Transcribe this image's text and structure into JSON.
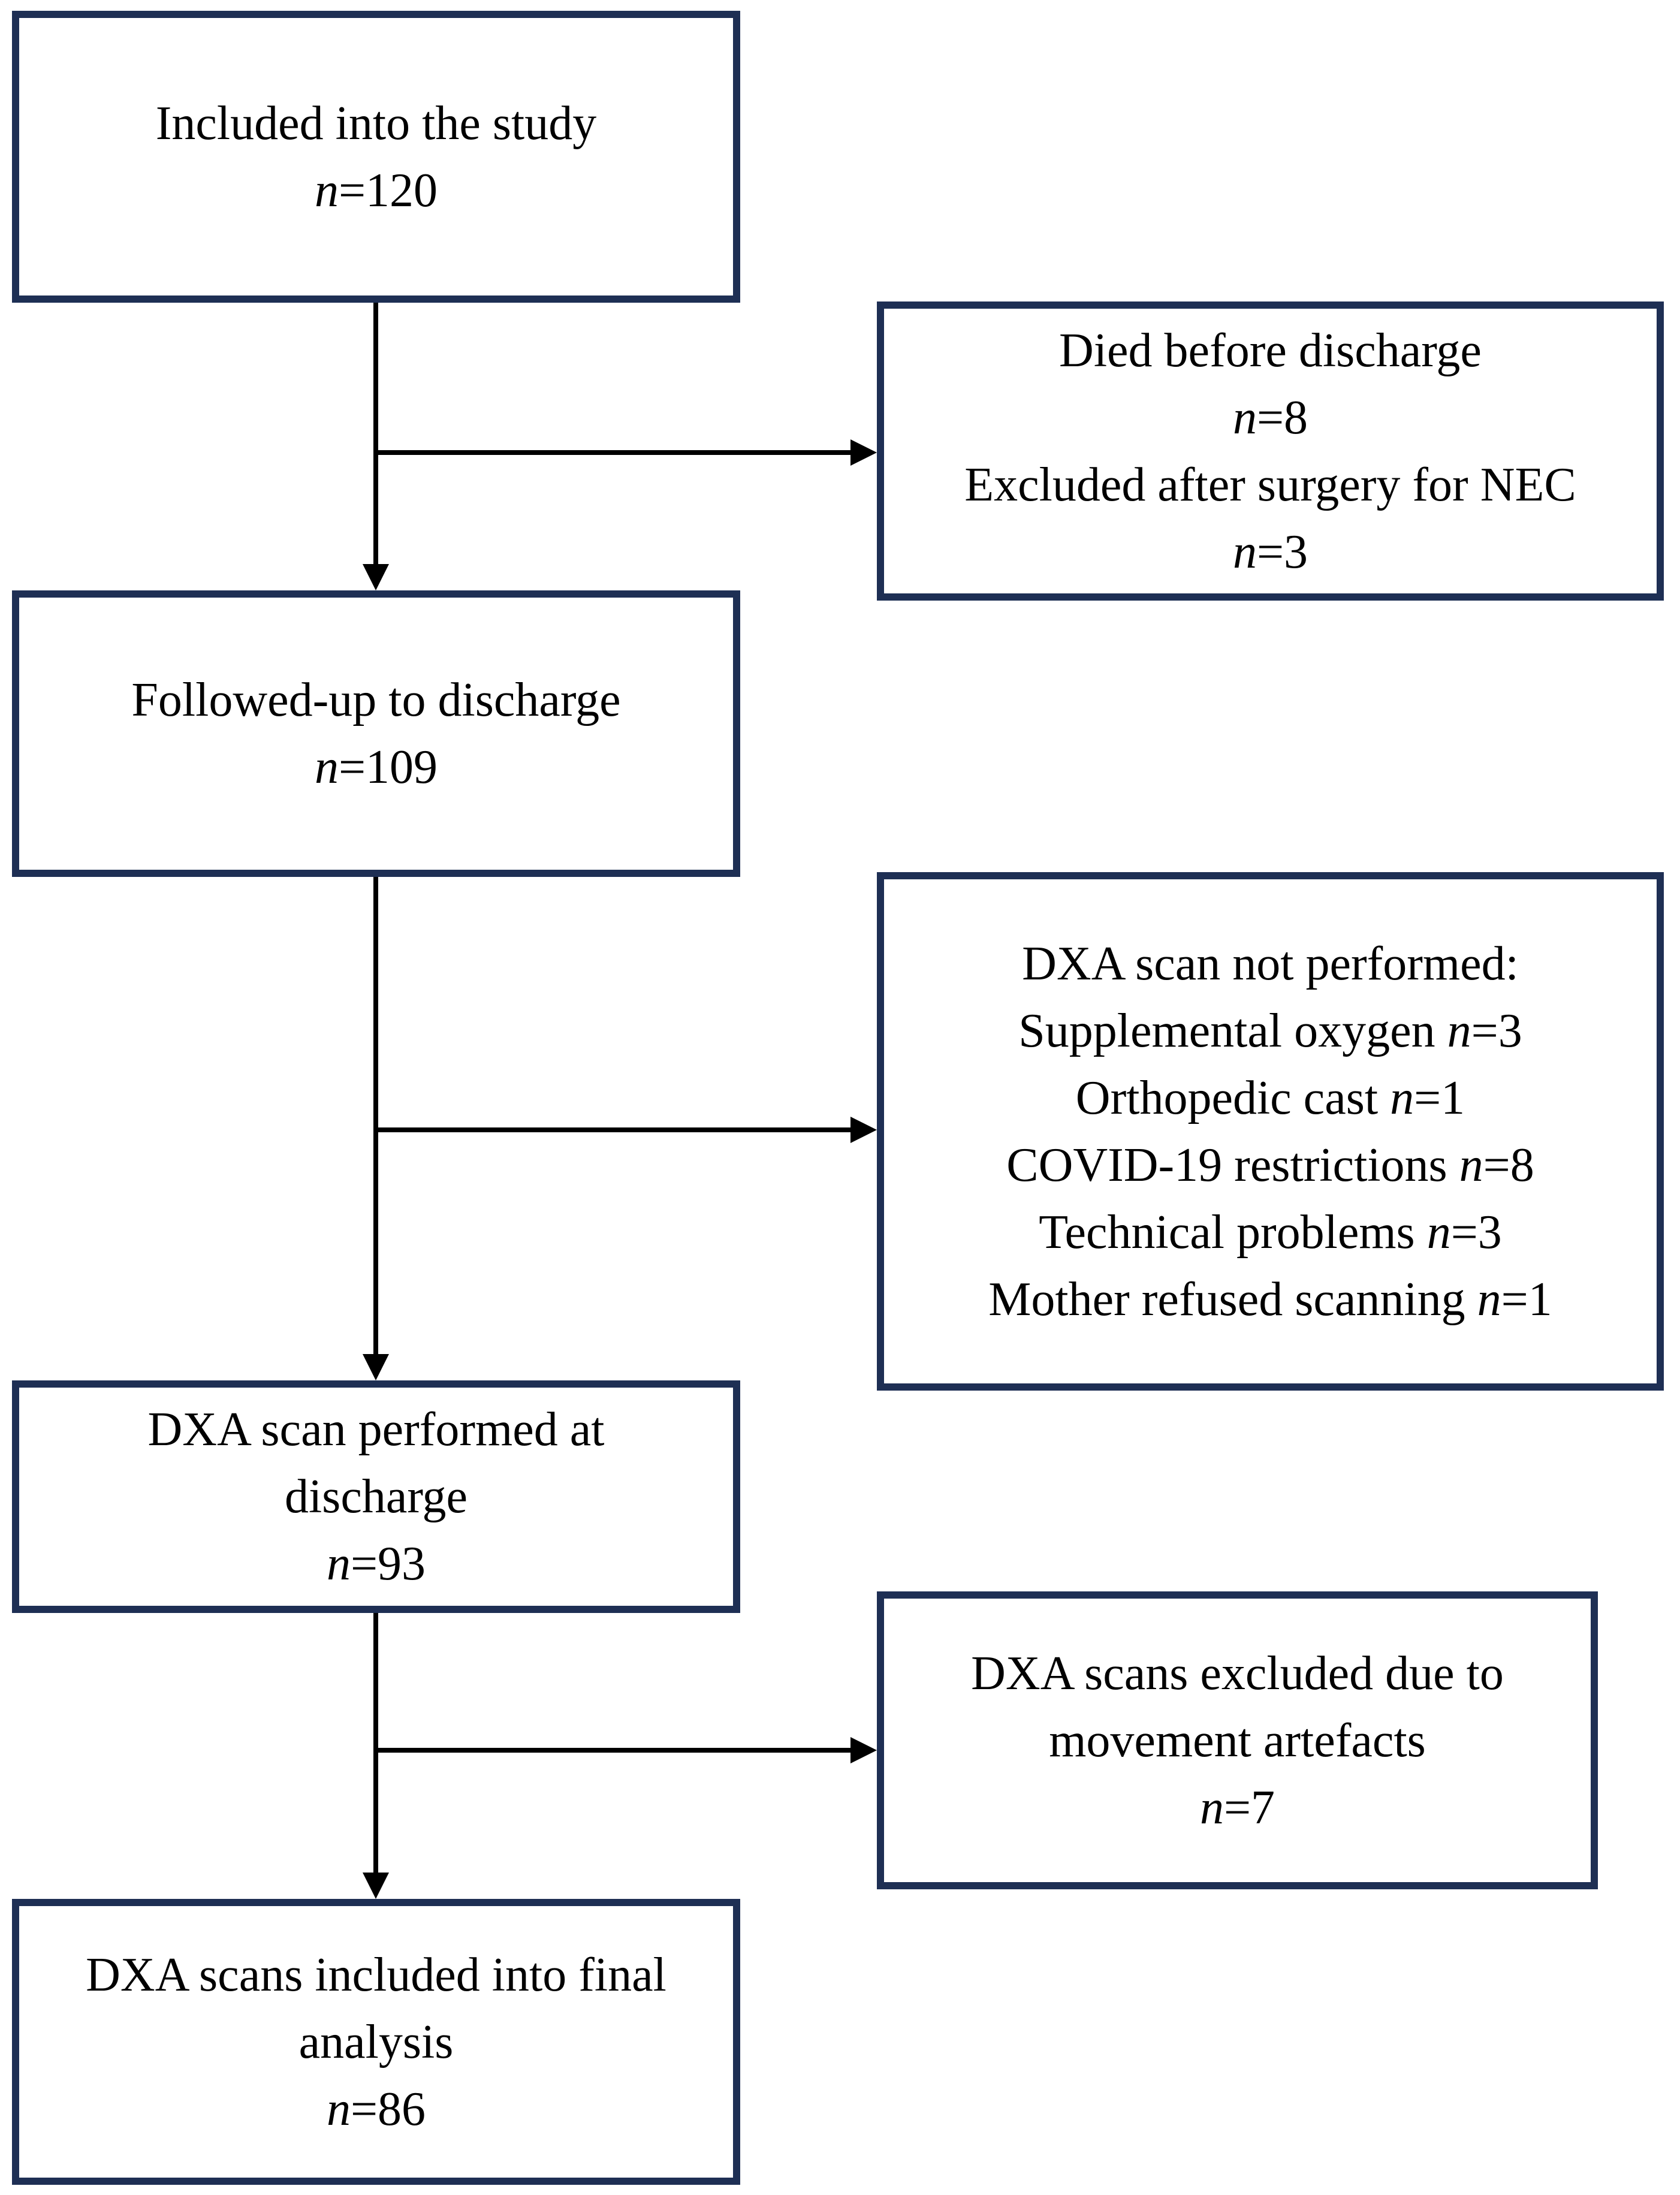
{
  "colors": {
    "box_border": "#1E2F54",
    "arrow": "#000000",
    "background": "#FFFFFF",
    "text": "#000000"
  },
  "boxes": {
    "included": {
      "lines": [
        {
          "s0": "Included into the study",
          "s1": "",
          "s2": ""
        },
        {
          "s0": "",
          "s1": "n",
          "s2": "=120"
        }
      ]
    },
    "died_excluded": {
      "lines": [
        {
          "s0": "Died before discharge",
          "s1": "",
          "s2": ""
        },
        {
          "s0": "",
          "s1": "n",
          "s2": "=8"
        },
        {
          "s0": "Excluded after surgery for NEC",
          "s1": "",
          "s2": ""
        },
        {
          "s0": "",
          "s1": "n",
          "s2": "=3"
        }
      ]
    },
    "followed": {
      "lines": [
        {
          "s0": "Followed-up to discharge",
          "s1": "",
          "s2": ""
        },
        {
          "s0": "",
          "s1": "n",
          "s2": "=109"
        }
      ]
    },
    "not_performed": {
      "lines": [
        {
          "s0": "DXA scan not performed:",
          "s1": "",
          "s2": ""
        },
        {
          "s0": "Supplemental oxygen ",
          "s1": "n",
          "s2": "=3"
        },
        {
          "s0": "Orthopedic cast ",
          "s1": "n",
          "s2": "=1"
        },
        {
          "s0": "COVID-19 restrictions ",
          "s1": "n",
          "s2": "=8"
        },
        {
          "s0": "Technical problems ",
          "s1": "n",
          "s2": "=3"
        },
        {
          "s0": "Mother refused scanning ",
          "s1": "n",
          "s2": "=1"
        }
      ]
    },
    "performed": {
      "lines": [
        {
          "s0": "DXA scan performed at",
          "s1": "",
          "s2": ""
        },
        {
          "s0": "discharge",
          "s1": "",
          "s2": ""
        },
        {
          "s0": "",
          "s1": "n",
          "s2": "=93"
        }
      ]
    },
    "excluded_artefacts": {
      "lines": [
        {
          "s0": "DXA scans excluded due to",
          "s1": "",
          "s2": ""
        },
        {
          "s0": "movement artefacts",
          "s1": "",
          "s2": ""
        },
        {
          "s0": "",
          "s1": "n",
          "s2": "=7"
        }
      ]
    },
    "final": {
      "lines": [
        {
          "s0": "DXA scans included into final",
          "s1": "",
          "s2": ""
        },
        {
          "s0": "analysis",
          "s1": "",
          "s2": ""
        },
        {
          "s0": "",
          "s1": "n",
          "s2": "=86"
        }
      ]
    }
  }
}
